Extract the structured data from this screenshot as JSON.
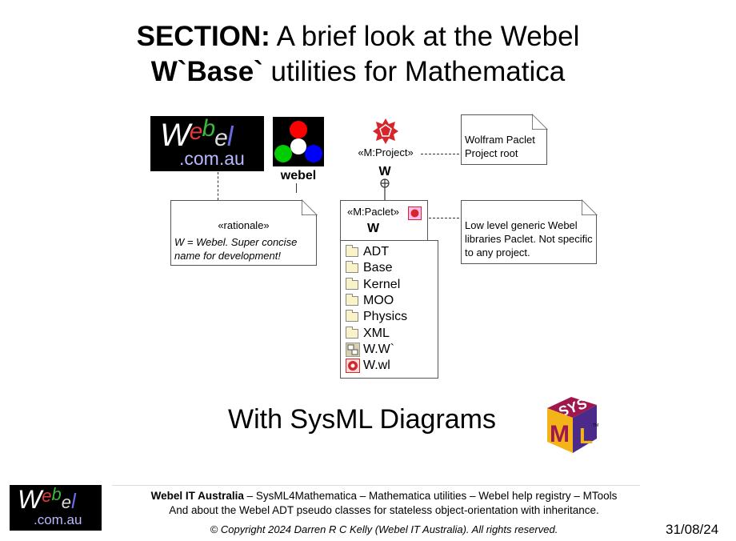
{
  "title": {
    "line1_bold": "SECTION:",
    "line1_rest": " A brief look at the Webel",
    "line2_bold": "W`Base`",
    "line2_rest": " utilities for Mathematica"
  },
  "logos": {
    "webel_main": "Webel.com.au",
    "webel_main_top": "Webel",
    "webel_main_domain": ".com.au",
    "webel_rgb_label": "webel",
    "sysml": "SysML"
  },
  "diagram": {
    "rationale": {
      "stereotype": "«rationale»",
      "text": "W = Webel. Super concise name for development!"
    },
    "project": {
      "stereotype": "«M:Project»",
      "name": "W"
    },
    "project_note": "Wolfram Paclet Project root",
    "paclet": {
      "stereotype": "«M:Paclet»",
      "name": "W"
    },
    "paclet_note": "Low level generic Webel libraries Paclet. Not specific to any project.",
    "contents": [
      {
        "label": "ADT",
        "icon": "folder-icon"
      },
      {
        "label": "Base",
        "icon": "folder-icon"
      },
      {
        "label": "Kernel",
        "icon": "folder-icon"
      },
      {
        "label": "MOO",
        "icon": "folder-icon"
      },
      {
        "label": "Physics",
        "icon": "folder-icon"
      },
      {
        "label": "XML",
        "icon": "folder-icon"
      },
      {
        "label": "W.W`",
        "icon": "package-icon"
      },
      {
        "label": "W.wl",
        "icon": "wolfram-icon"
      }
    ]
  },
  "subtitle": "With SysML Diagrams",
  "footer": {
    "line1_bold": "Webel IT Australia",
    "line1_rest": "  – SysML4Mathematica – Mathematica utilities – Webel help registry – MTools",
    "line2": "And about the Webel ADT pseudo classes for stateless object-orientation with inheritance.",
    "copyright": "© Copyright 2024 Darren R C Kelly (Webel IT Australia). All rights reserved.",
    "date": "31/08/24"
  },
  "colors": {
    "wolfram_red": "#d7262b",
    "sysml_purple": "#4b2a8a",
    "sysml_yellow": "#f2b419",
    "sysml_maroon": "#a0174f"
  }
}
